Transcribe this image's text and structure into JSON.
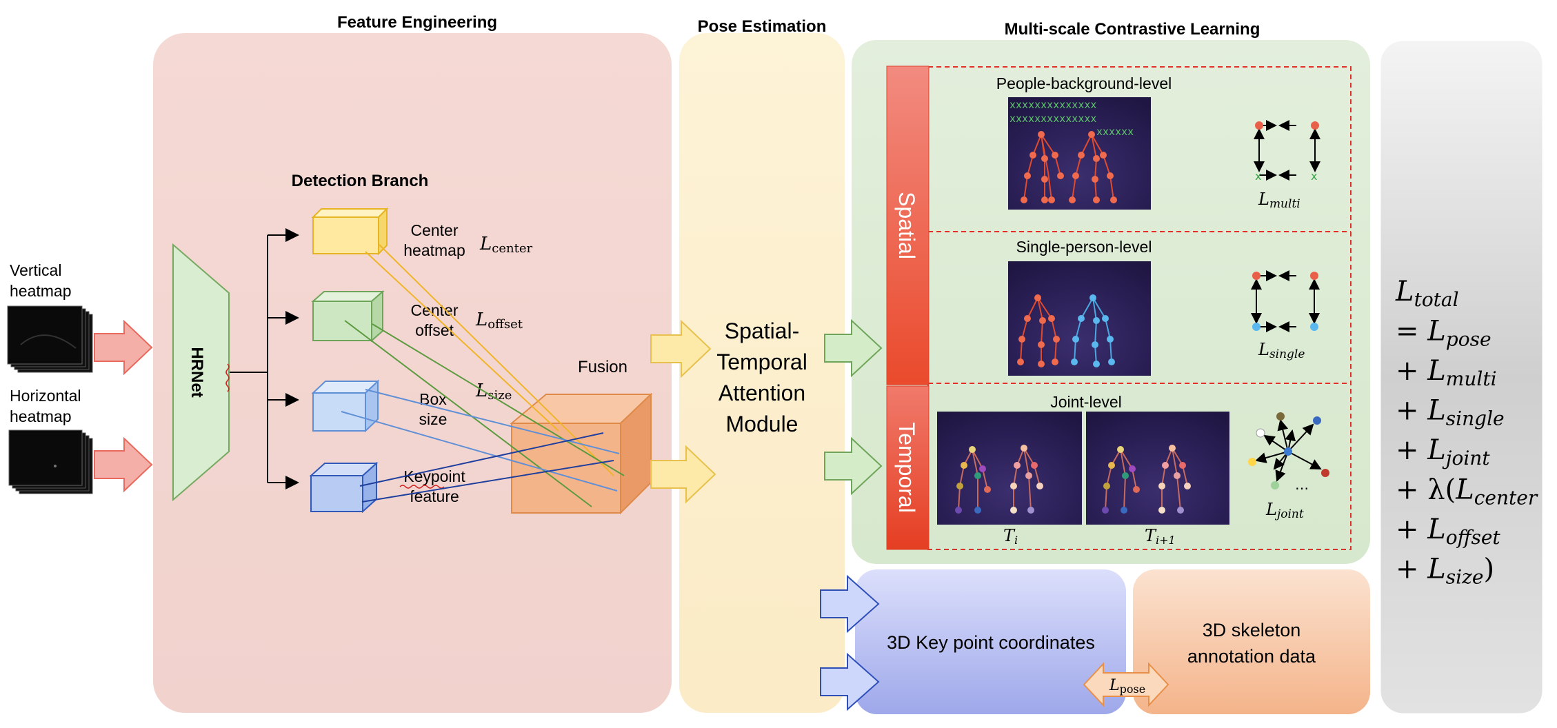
{
  "sections": {
    "feature_engineering": "Feature Engineering",
    "pose_estimation": "Pose Estimation",
    "contrastive": "Multi-scale Contrastive Learning"
  },
  "inputs": {
    "vertical": [
      "Vertical",
      "heatmap"
    ],
    "horizontal": [
      "Horizontal",
      "heatmap"
    ]
  },
  "backbone": "HRNet",
  "detection_branch": "Detection Branch",
  "heads": {
    "center_heatmap": [
      "Center",
      "heatmap"
    ],
    "center_offset": [
      "Center",
      "offset"
    ],
    "box_size": [
      "Box",
      "size"
    ],
    "keypoint_feature": [
      "Keypoint",
      "feature"
    ]
  },
  "losses": {
    "center": {
      "main": "L",
      "sub": "center"
    },
    "offset": {
      "main": "L",
      "sub": "offset"
    },
    "size": {
      "main": "L",
      "sub": "size"
    },
    "multi": {
      "main": "L",
      "sub": "multi"
    },
    "single": {
      "main": "L",
      "sub": "single"
    },
    "joint": {
      "main": "L",
      "sub": "joint"
    },
    "pose": {
      "main": "L",
      "sub": "pose"
    }
  },
  "fusion": "Fusion",
  "attention_module": [
    "Spatial-",
    "Temporal",
    "Attention",
    "Module"
  ],
  "spatial": "Spatial",
  "temporal": "Temporal",
  "levels": {
    "people_background": "People-background-level",
    "single_person": "Single-person-level",
    "joint": "Joint-level"
  },
  "frames": {
    "ti": {
      "main": "T",
      "sub": "i"
    },
    "ti1": {
      "main": "T",
      "sub": "i+1"
    }
  },
  "ellipsis": "…",
  "outputs": {
    "keypoints": "3D Key point coordinates",
    "annotation": [
      "3D skeleton",
      "annotation data"
    ]
  },
  "total_loss": [
    {
      "prefix": "",
      "main": "L",
      "sub": "total",
      "suffix": ""
    },
    {
      "prefix": "= ",
      "main": "L",
      "sub": "pose",
      "suffix": ""
    },
    {
      "prefix": "+ ",
      "main": "L",
      "sub": "multi",
      "suffix": ""
    },
    {
      "prefix": "+ ",
      "main": "L",
      "sub": "single",
      "suffix": ""
    },
    {
      "prefix": "+ ",
      "main": "L",
      "sub": "joint",
      "suffix": ""
    },
    {
      "prefix": "+ λ(",
      "main": "L",
      "sub": "center",
      "suffix": ""
    },
    {
      "prefix": "+ ",
      "main": "L",
      "sub": "offset",
      "suffix": ""
    },
    {
      "prefix": "+ ",
      "main": "L",
      "sub": "size",
      "suffix": ")"
    }
  ],
  "colors": {
    "feature_panel": "#f4d6d1",
    "pose_panel": "#fcefcc",
    "contrast_panel": "#dcebd5",
    "loss_panel": "#cfcfcf",
    "spatial_bar": "#ee7b6f",
    "keypoint_panel": "#aeb6ee",
    "annotation_panel": "#f7c9a6"
  }
}
